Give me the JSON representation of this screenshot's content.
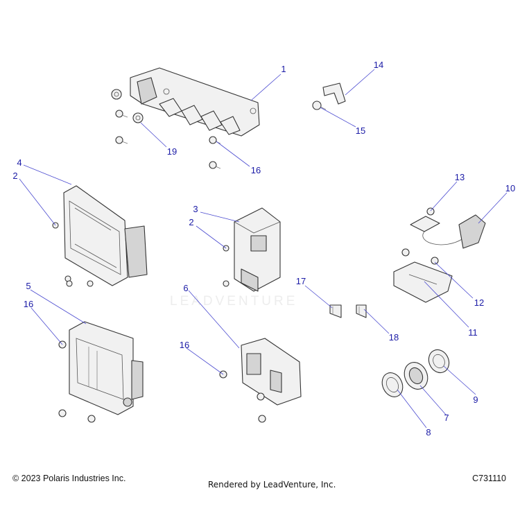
{
  "watermark": "LEADVENTURE",
  "footer": {
    "copyright": "© 2023 Polaris Industries Inc.",
    "rendered_by": "Rendered by LeadVenture, Inc.",
    "diagram_code": "C731110"
  },
  "callouts": {
    "c1": "1",
    "c2a": "2",
    "c2b": "2",
    "c3": "3",
    "c4": "4",
    "c5": "5",
    "c6": "6",
    "c7": "7",
    "c8": "8",
    "c9": "9",
    "c10": "10",
    "c11": "11",
    "c12": "12",
    "c13": "13",
    "c14": "14",
    "c15": "15",
    "c16a": "16",
    "c16b": "16",
    "c16c": "16",
    "c17": "17",
    "c18": "18",
    "c19": "19"
  }
}
